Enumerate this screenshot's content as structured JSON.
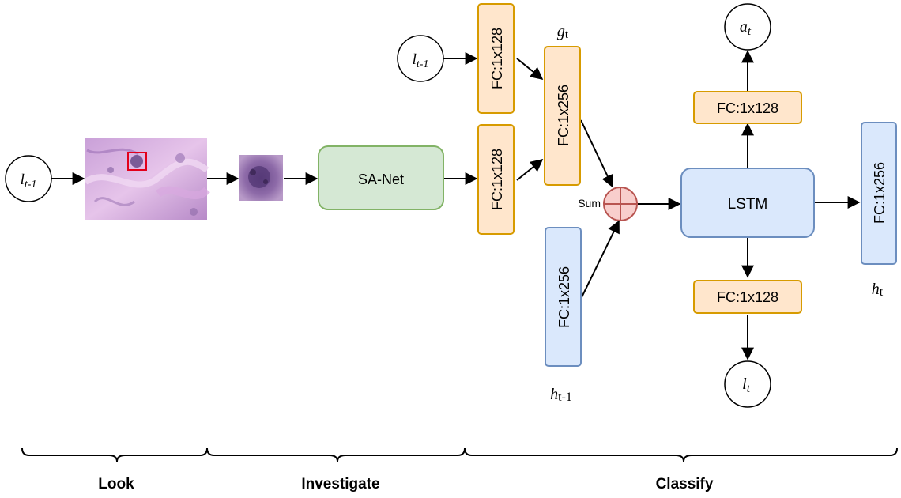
{
  "nodes": {
    "input_l": {
      "main": "l",
      "sub": "t-1"
    },
    "lower_l": {
      "main": "l",
      "sub": "t-1"
    },
    "a_out": {
      "main": "a",
      "sub": "t"
    },
    "l_out": {
      "main": "l",
      "sub": "t"
    },
    "sa_net": "SA-Net",
    "fc_upper": "FC:1x128",
    "fc_lower": "FC:1x128",
    "fc_mid": "FC:1x256",
    "fc_hidden_prev": "FC:1x256",
    "fc_hidden_next": "FC:1x256",
    "fc_a": "FC:1x128",
    "fc_l": "FC:1x128",
    "lstm": "LSTM",
    "sum": "Sum"
  },
  "labels": {
    "g": {
      "main": "g",
      "sub": "t"
    },
    "h_prev": {
      "main": "h",
      "sub": "t-1"
    },
    "h_next": {
      "main": "h",
      "sub": "t"
    }
  },
  "stages": {
    "look": "Look",
    "investigate": "Investigate",
    "classify": "Classify"
  },
  "colors": {
    "orange_fill": "#ffe6cc",
    "orange_stroke": "#d79b00",
    "green_fill": "#d5e8d4",
    "green_stroke": "#82b366",
    "blue_fill": "#dae8fc",
    "blue_stroke": "#6c8ebf",
    "sum_fill": "#f8cecc",
    "sum_stroke": "#b85450",
    "patch_outline": "#e3001b"
  }
}
